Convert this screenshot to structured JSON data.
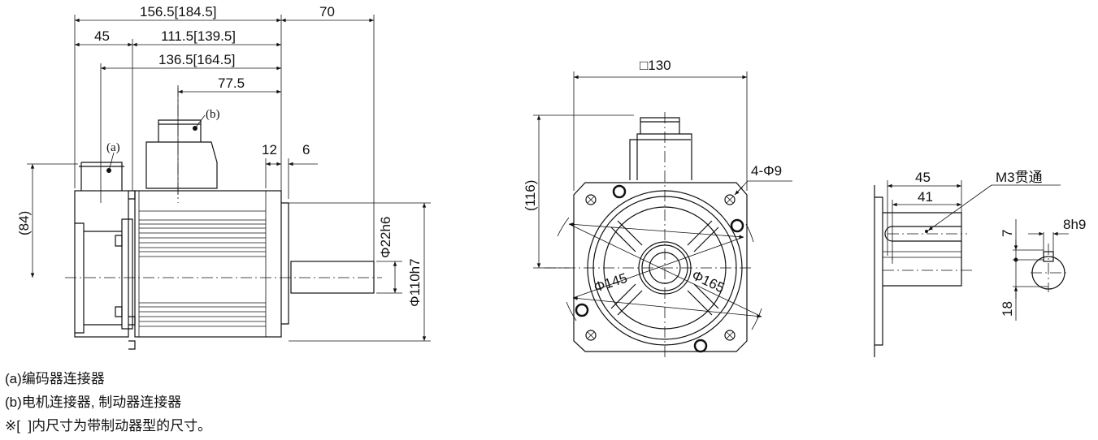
{
  "side_view": {
    "dims": {
      "overall": "156.5[184.5]",
      "shaft_length": "70",
      "encoder_len": "45",
      "body_len": "111.5[139.5]",
      "to_connector_a": "136.5[164.5]",
      "to_connector_b": "77.5",
      "flange": "12",
      "spigot": "6",
      "height_84": "(84)",
      "shaft_dia": "Φ22h6",
      "spigot_dia": "Φ110h7"
    },
    "labels": {
      "a": "(a)",
      "b": "(b)"
    }
  },
  "front_view": {
    "dims": {
      "square": "□130",
      "height_116": "(116)",
      "holes": "4-Φ9",
      "pcd_145": "Φ145",
      "pcd_165": "Φ165"
    }
  },
  "shaft_detail": {
    "dims": {
      "key_len": "45",
      "key_slot": "41",
      "tap": "M3贯通",
      "key_width": "8h9",
      "key_depth": "7",
      "shaft_18": "18"
    }
  },
  "notes": [
    "(a)编码器连接器",
    "(b)电机连接器, 制动器连接器",
    "※[  ]内尺寸为带制动器型的尺寸。"
  ]
}
